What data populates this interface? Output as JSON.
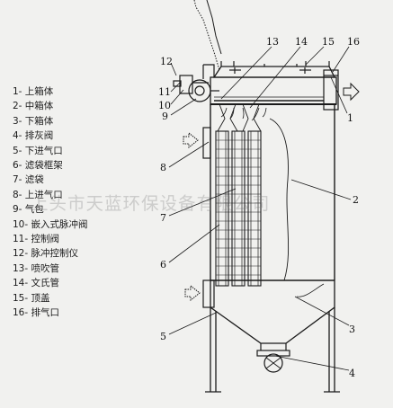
{
  "legend": [
    {
      "label": "1- 上箱体"
    },
    {
      "label": "2- 中箱体"
    },
    {
      "label": "3- 下箱体"
    },
    {
      "label": "4- 排灰阀"
    },
    {
      "label": "5- 下进气口"
    },
    {
      "label": "6- 滤袋框架"
    },
    {
      "label": "7- 滤袋"
    },
    {
      "label": "8- 上进气口"
    },
    {
      "label": "9- 气包"
    },
    {
      "label": "10- 嵌入式脉冲阀"
    },
    {
      "label": "11- 控制阀"
    },
    {
      "label": "12- 脉冲控制仪"
    },
    {
      "label": "13- 喷吹管"
    },
    {
      "label": "14- 文氏管"
    },
    {
      "label": "15- 顶盖"
    },
    {
      "label": "16- 排气口"
    }
  ],
  "callouts": [
    "1",
    "2",
    "3",
    "4",
    "5",
    "6",
    "7",
    "8",
    "9",
    "10",
    "11",
    "12",
    "13",
    "14",
    "15",
    "16"
  ],
  "watermark": "上头市天蓝环保设备有限公司",
  "colors": {
    "ink": "#1a1a1a",
    "background": "#f1f1ef",
    "watermark": "#9a9a9a"
  }
}
